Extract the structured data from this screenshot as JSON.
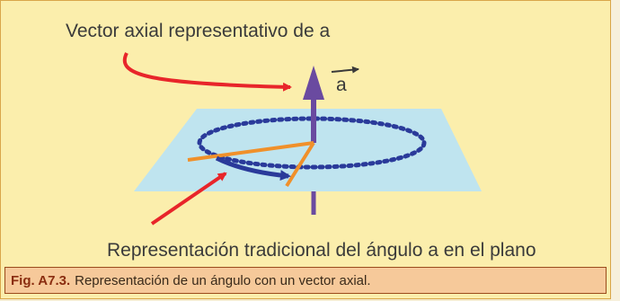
{
  "diagram": {
    "top_label": "Vector axial representativo de a",
    "vector_symbol": "a",
    "bottom_label": "Representación tradicional del ángulo a en el plano"
  },
  "caption": {
    "label": "Fig. A7.3.",
    "text": "Representación de un ángulo con un vector axial."
  },
  "colors": {
    "background": "#fbeeac",
    "plane": "#bfe4ef",
    "axis_vector": "#6a4aa0",
    "pointer_arrows": "#e8252a",
    "angle_arc": "#2a3a9a",
    "angle_lines": "#f0902a",
    "caption_background": "#f6c99a"
  }
}
